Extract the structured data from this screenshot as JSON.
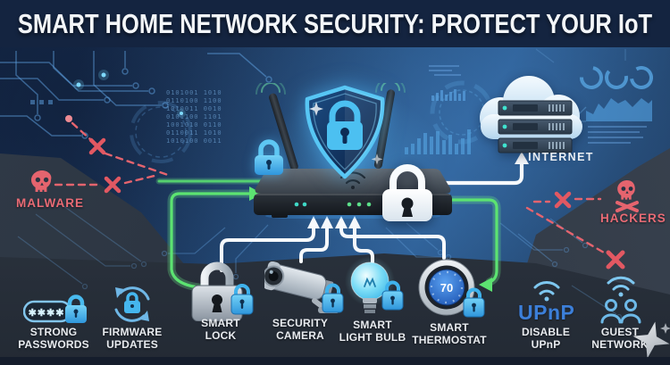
{
  "title": "SMART HOME NETWORK SECURITY: PROTECT YOUR IoT",
  "internet": {
    "label": "INTERNET"
  },
  "threats": {
    "malware": {
      "label": "MALWARE"
    },
    "hackers": {
      "label": "HACKERS"
    }
  },
  "devices": [
    {
      "id": "smart-lock",
      "line1": "SMART",
      "line2": "LOCK"
    },
    {
      "id": "security-camera",
      "line1": "SECURITY",
      "line2": "CAMERA"
    },
    {
      "id": "smart-light-bulb",
      "line1": "SMART",
      "line2": "LIGHT BULB"
    },
    {
      "id": "smart-thermostat",
      "line1": "SMART",
      "line2": "THERMOSTAT",
      "temperature": "70"
    }
  ],
  "tips": [
    {
      "id": "strong-passwords",
      "line1": "STRONG",
      "line2": "PASSWORDS",
      "mask": "✱✱✱✱"
    },
    {
      "id": "firmware-updates",
      "line1": "FIRMWARE",
      "line2": "UPDATES"
    },
    {
      "id": "disable-upnp",
      "line1": "DISABLE",
      "line2": "UPnP",
      "logo": "UPnP"
    },
    {
      "id": "guest-network",
      "line1": "GUEST",
      "line2": "NETWORK"
    }
  ],
  "decor": {
    "binary": "0101001 1010\n0110100 1100\n1010011 0010\n0101100 1101\n1001010 0110\n0110011 1010\n1010100 0011"
  },
  "icons": {
    "internet-cloud": "cloud with server stack",
    "shield-lock": "shield with padlock",
    "router": "wifi router with antennas",
    "padlock": "🔒",
    "skull": "☠",
    "wifi": "wifi arcs",
    "refresh": "circular arrows",
    "password-field": "pill with asterisks",
    "users": "two person silhouettes",
    "sparkle": "four point star",
    "blocked-x": "red x cross"
  },
  "colors": {
    "accent_cyan": "#4cc0f1",
    "accent_green": "#5ce371",
    "alert_red": "#e5646e",
    "link_white": "#f6f9fc",
    "upnp_blue": "#3c7fd9",
    "navy_bg": "#16294a",
    "slate_dark": "#2c3644"
  }
}
